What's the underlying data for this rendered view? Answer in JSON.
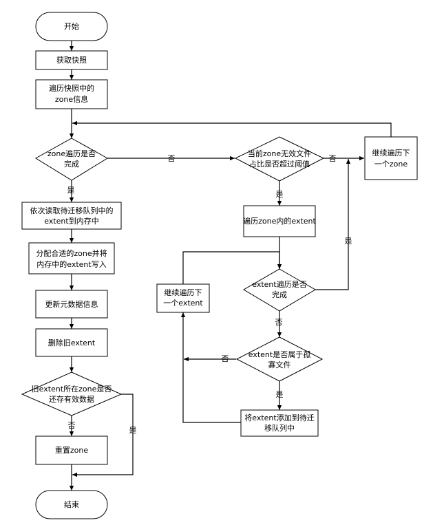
{
  "nodes": {
    "start": "开始",
    "get_snapshot": [
      "获取快照"
    ],
    "traverse_zone_info": [
      "遍历快照中的",
      "zone信息"
    ],
    "zone_done": [
      "zone遍历是否",
      "完成"
    ],
    "read_queue": [
      "依次读取待迁移队列中的",
      "extent到内存中"
    ],
    "alloc_zone": [
      "分配合适的zone并将",
      "内存中的extent写入"
    ],
    "update_meta": [
      "更新元数据信息"
    ],
    "delete_old": [
      "删除旧extent"
    ],
    "old_zone_valid": [
      "旧extent所在zone是否",
      "还存有效数据"
    ],
    "reset_zone": [
      "重置zone"
    ],
    "end": "结束",
    "invalid_ratio": [
      "当前zone无效文件",
      "占比是否超过阈值"
    ],
    "next_zone": [
      "继续遍历下",
      "一个zone"
    ],
    "traverse_extents": [
      "遍历zone内的extent"
    ],
    "extent_done": [
      "extent遍历是否",
      "完成"
    ],
    "next_extent": [
      "继续遍历下",
      "一个extent"
    ],
    "orphan_check": [
      "extent是否属于孤",
      "寡文件"
    ],
    "add_queue": [
      "将extent添加到待迁",
      "移队列中"
    ]
  },
  "labels": {
    "yes": "是",
    "no": "否"
  }
}
